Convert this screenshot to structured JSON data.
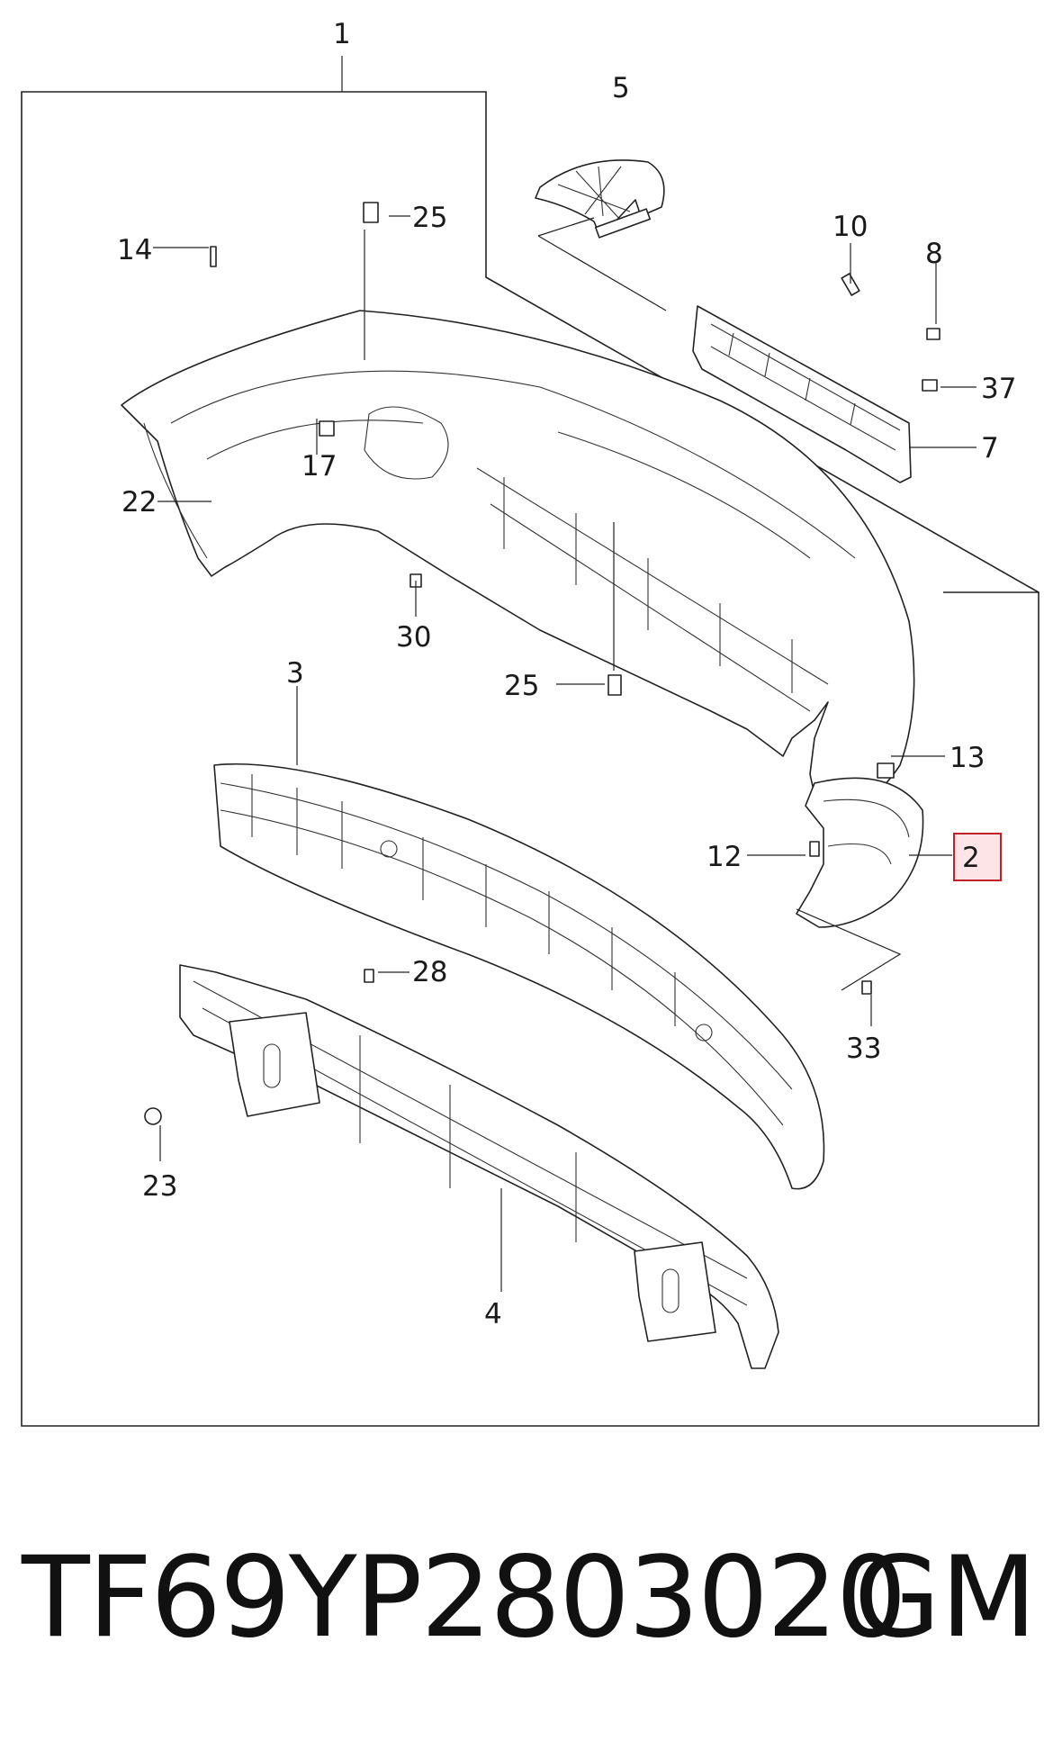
{
  "callouts": {
    "c1": "1",
    "c2": "2",
    "c3": "3",
    "c4": "4",
    "c5": "5",
    "c7": "7",
    "c8": "8",
    "c10": "10",
    "c12": "12",
    "c13": "13",
    "c14": "14",
    "c17": "17",
    "c22": "22",
    "c23": "23",
    "c25a": "25",
    "c25b": "25",
    "c28": "28",
    "c30": "30",
    "c33": "33",
    "c37": "37"
  },
  "highlight": {
    "callout": "2",
    "border_color": "#c0202a",
    "fill_color": "#fde5e7"
  },
  "footer": {
    "part_number": "TF69YP2803020",
    "brand": "GM"
  }
}
